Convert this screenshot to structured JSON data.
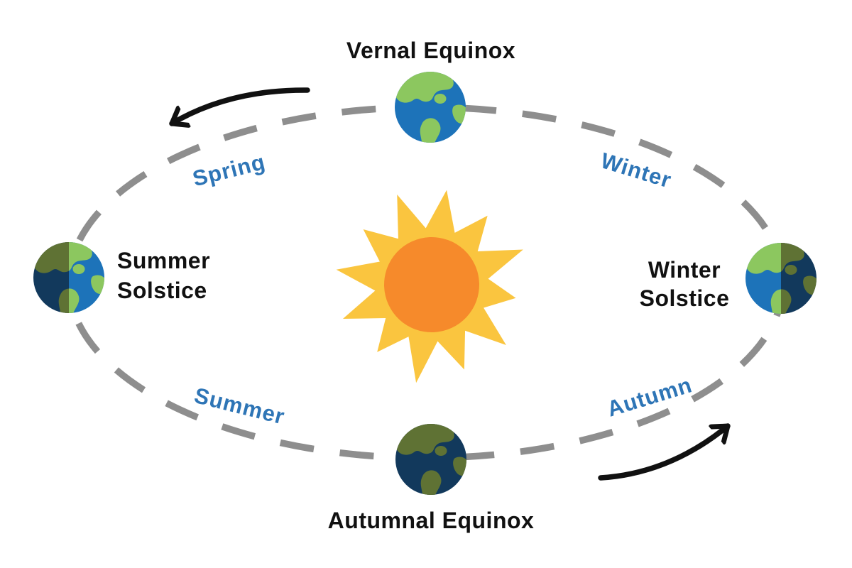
{
  "diagram": {
    "description": "Earth orbit seasons diagram",
    "background": "#FFFFFF",
    "orbit": {
      "style": "dashed-ellipse",
      "direction": "counterclockwise",
      "color": "#8E8E8E"
    },
    "labels": {
      "vernal_equinox": "Vernal Equinox",
      "autumnal_equinox": "Autumnal Equinox",
      "summer_solstice": {
        "line1": "Summer",
        "line2": "Solstice"
      },
      "winter_solstice": {
        "line1": "Winter",
        "line2": "Solstice"
      }
    },
    "seasons": {
      "spring": "Spring",
      "winter": "Winter",
      "summer": "Summer",
      "autumn": "Autumn"
    },
    "icons": {
      "sun": "sun-icon",
      "earth_top": "earth-lit-icon",
      "earth_bottom": "earth-shadow-icon",
      "earth_left": "earth-half-shadow-icon",
      "earth_right": "earth-half-shadow-icon",
      "arrows": "curved-direction-arrow"
    },
    "colors": {
      "season_label": "#2E75B6",
      "title_text": "#111111",
      "orbit_dash": "#8E8E8E",
      "arrow": "#111111",
      "sun_rays": "#FAC53F",
      "sun_core": "#F68A2B",
      "earth_ocean_lit": "#1D73B9",
      "earth_land_lit": "#8CC75F",
      "earth_ocean_shadow": "#12395C",
      "earth_land_shadow": "#5F7234"
    }
  }
}
